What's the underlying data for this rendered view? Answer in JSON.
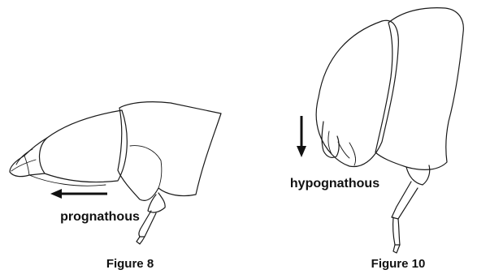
{
  "figures": [
    {
      "caption": "Figure 8",
      "orientation_label": "prognathous",
      "arrow_direction": "left"
    },
    {
      "caption": "Figure 10",
      "orientation_label": "hypognathous",
      "arrow_direction": "down"
    }
  ],
  "colors": {
    "ink": "#1a1a1a",
    "background": "#ffffff"
  }
}
